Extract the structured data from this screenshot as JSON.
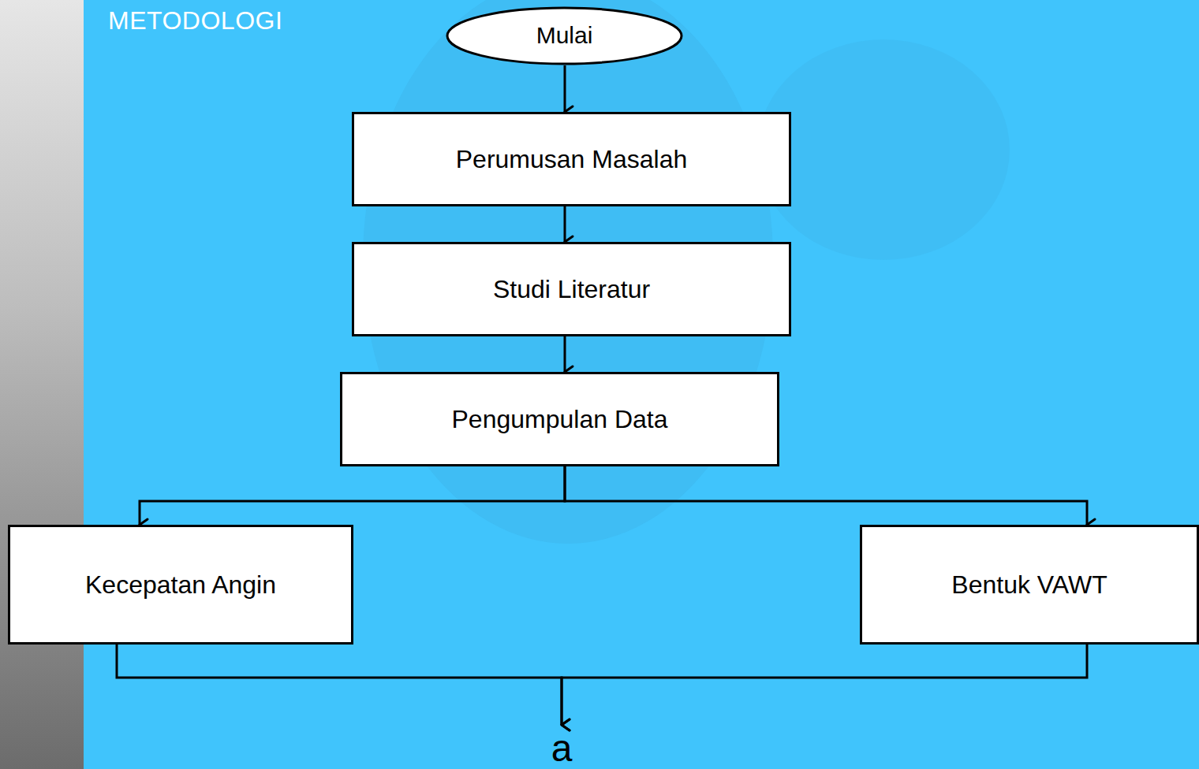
{
  "diagram": {
    "title": "METODOLOGI",
    "nodes": [
      {
        "text": [
          "Mulai"
        ]
      },
      {
        "text": [
          "Perumusan Masalah"
        ]
      },
      {
        "text": [
          "Studi Literatur"
        ]
      },
      {
        "text": [
          "Pengumpulan Data"
        ]
      },
      {
        "text": [
          "Kecepatan Angin"
        ]
      },
      {
        "text": [
          "Bentuk VAWT"
        ]
      },
      {
        "text": [
          "a"
        ]
      }
    ],
    "edges": [
      {
        "from": 0,
        "to": 1,
        "arrow": "to"
      },
      {
        "from": 1,
        "to": 2,
        "arrow": "to"
      },
      {
        "from": 2,
        "to": 3,
        "arrow": "to"
      },
      {
        "from": 3,
        "to": 4,
        "arrow": "to"
      },
      {
        "from": 3,
        "to": 5,
        "arrow": "to"
      },
      {
        "from": 4,
        "to": 6,
        "arrow": "to"
      },
      {
        "from": 5,
        "to": 6,
        "arrow": "to"
      }
    ]
  }
}
